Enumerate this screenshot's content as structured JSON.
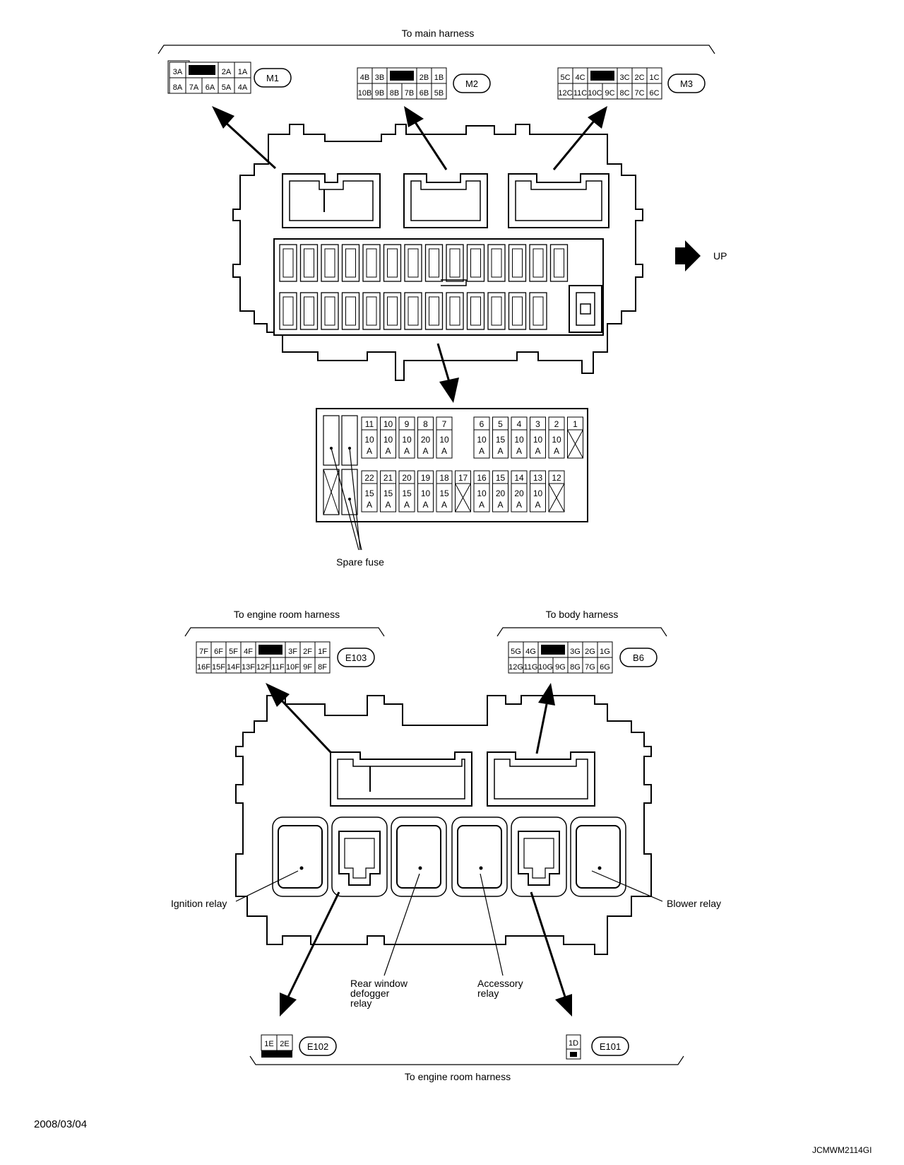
{
  "top_section": {
    "title": "To main harness",
    "up_label": "UP",
    "connectors": [
      {
        "id": "M1",
        "row1": [
          "3A",
          "",
          "2A",
          "1A"
        ],
        "row2": [
          "8A",
          "7A",
          "6A",
          "5A",
          "4A"
        ]
      },
      {
        "id": "M2",
        "row1": [
          "4B",
          "3B",
          "",
          "2B",
          "1B"
        ],
        "row2": [
          "10B",
          "9B",
          "8B",
          "7B",
          "6B",
          "5B"
        ]
      },
      {
        "id": "M3",
        "row1": [
          "5C",
          "4C",
          "",
          "3C",
          "2C",
          "1C"
        ],
        "row2": [
          "12C",
          "11C",
          "10C",
          "9C",
          "8C",
          "7C",
          "6C"
        ]
      }
    ],
    "fuse_top_row": [
      {
        "num": "11",
        "amp": "10",
        "unit": "A"
      },
      {
        "num": "10",
        "amp": "10",
        "unit": "A"
      },
      {
        "num": "9",
        "amp": "10",
        "unit": "A"
      },
      {
        "num": "8",
        "amp": "20",
        "unit": "A"
      },
      {
        "num": "7",
        "amp": "10",
        "unit": "A"
      },
      {
        "num": "6",
        "amp": "10",
        "unit": "A"
      },
      {
        "num": "5",
        "amp": "15",
        "unit": "A"
      },
      {
        "num": "4",
        "amp": "10",
        "unit": "A"
      },
      {
        "num": "3",
        "amp": "10",
        "unit": "A"
      },
      {
        "num": "2",
        "amp": "10",
        "unit": "A"
      },
      {
        "num": "1",
        "amp": "",
        "unit": ""
      }
    ],
    "fuse_bottom_row": [
      {
        "num": "22",
        "amp": "15",
        "unit": "A"
      },
      {
        "num": "21",
        "amp": "15",
        "unit": "A"
      },
      {
        "num": "20",
        "amp": "15",
        "unit": "A"
      },
      {
        "num": "19",
        "amp": "10",
        "unit": "A"
      },
      {
        "num": "18",
        "amp": "15",
        "unit": "A"
      },
      {
        "num": "17",
        "amp": "",
        "unit": ""
      },
      {
        "num": "16",
        "amp": "10",
        "unit": "A"
      },
      {
        "num": "15",
        "amp": "20",
        "unit": "A"
      },
      {
        "num": "14",
        "amp": "20",
        "unit": "A"
      },
      {
        "num": "13",
        "amp": "10",
        "unit": "A"
      },
      {
        "num": "12",
        "amp": "",
        "unit": ""
      }
    ],
    "spare_label": "Spare fuse"
  },
  "bottom_section": {
    "engine_title": "To engine room harness",
    "body_title": "To body harness",
    "bottom_title": "To engine room harness",
    "e103": {
      "id": "E103",
      "row1": [
        "7F",
        "6F",
        "5F",
        "4F",
        "",
        "3F",
        "2F",
        "1F"
      ],
      "row2": [
        "16F",
        "15F",
        "14F",
        "13F",
        "12F",
        "11F",
        "10F",
        "9F",
        "8F"
      ]
    },
    "b6": {
      "id": "B6",
      "row1": [
        "5G",
        "4G",
        "",
        "3G",
        "2G",
        "1G"
      ],
      "row2": [
        "12G",
        "11G",
        "10G",
        "9G",
        "8G",
        "7G",
        "6G"
      ]
    },
    "e102": {
      "id": "E102",
      "pins": [
        "1E",
        "2E"
      ]
    },
    "e101": {
      "id": "E101",
      "pins": [
        "1D"
      ]
    },
    "relays": {
      "ignition": "Ignition relay",
      "blower": "Blower relay",
      "rear_line1": "Rear window",
      "rear_line2": "defogger",
      "rear_line3": "relay",
      "acc_line1": "Accessory",
      "acc_line2": "relay"
    }
  },
  "footer": {
    "date": "2008/03/04",
    "code": "JCMWM2114GI"
  }
}
